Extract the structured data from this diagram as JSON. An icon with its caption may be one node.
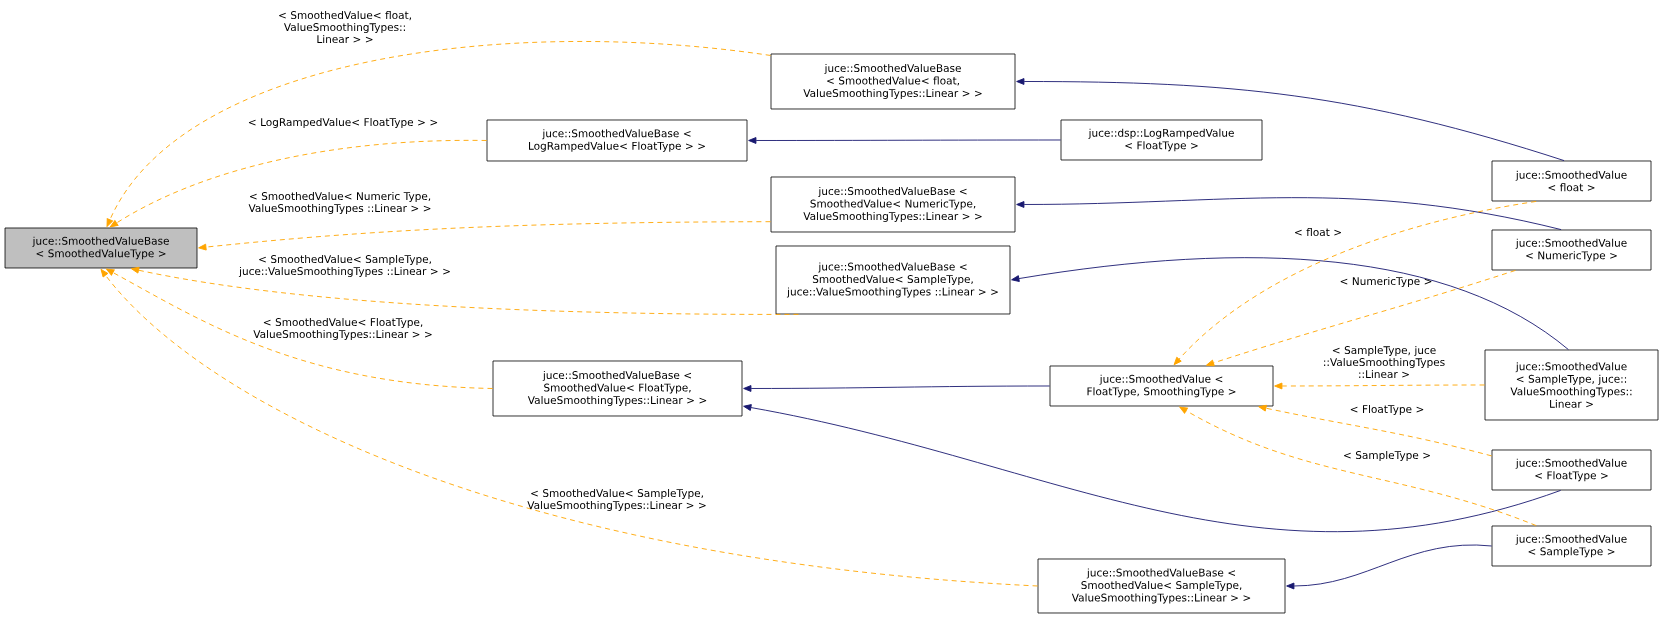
{
  "diagram": {
    "nodes": [
      {
        "text": [
          "juce::SmoothedValueBase < SmoothedValueType >"
        ]
      },
      {
        "text": [
          "juce::SmoothedValueBase < SmoothedValue< float, ValueSmoothingTypes::Linear > >"
        ]
      },
      {
        "text": [
          "juce::SmoothedValueBase < LogRampedValue< FloatType > >"
        ]
      },
      {
        "text": [
          "juce::SmoothedValueBase < SmoothedValue< NumericType, ValueSmoothingTypes::Linear > >"
        ]
      },
      {
        "text": [
          "juce::SmoothedValueBase < SmoothedValue< SampleType, juce::ValueSmoothingTypes ::Linear > >"
        ]
      },
      {
        "text": [
          "juce::SmoothedValueBase < SmoothedValue< FloatType, ValueSmoothingTypes::Linear > >"
        ]
      },
      {
        "text": [
          "juce::SmoothedValueBase < SmoothedValue< SampleType, ValueSmoothingTypes::Linear > >"
        ]
      },
      {
        "text": [
          "juce::dsp::LogRampedValue < FloatType >"
        ]
      },
      {
        "text": [
          "juce::SmoothedValue < FloatType, SmoothingType >"
        ]
      },
      {
        "text": [
          "juce::SmoothedValue < float >"
        ]
      },
      {
        "text": [
          "juce::SmoothedValue < NumericType >"
        ]
      },
      {
        "text": [
          "juce::SmoothedValue < SampleType, juce:: ValueSmoothingTypes:: Linear >"
        ]
      },
      {
        "text": [
          "juce::SmoothedValue < FloatType >"
        ]
      },
      {
        "text": [
          "juce::SmoothedValue < SampleType >"
        ]
      }
    ],
    "edges": [
      {
        "from": 1,
        "to": 0,
        "arrow": "to",
        "label": "< SmoothedValue< float, ValueSmoothingTypes:: Linear > >",
        "style": "dashed",
        "color": "#ffa500"
      },
      {
        "from": 2,
        "to": 0,
        "arrow": "to",
        "label": "< LogRampedValue< FloatType > >",
        "style": "dashed",
        "color": "#ffa500"
      },
      {
        "from": 3,
        "to": 0,
        "arrow": "to",
        "label": "< SmoothedValue< Numeric Type, ValueSmoothingTypes ::Linear > >",
        "style": "dashed",
        "color": "#ffa500"
      },
      {
        "from": 4,
        "to": 0,
        "arrow": "to",
        "label": "< SmoothedValue< SampleType, juce::ValueSmoothingTypes ::Linear > >",
        "style": "dashed",
        "color": "#ffa500"
      },
      {
        "from": 5,
        "to": 0,
        "arrow": "to",
        "label": "< SmoothedValue< FloatType, ValueSmoothingTypes::Linear > >",
        "style": "dashed",
        "color": "#ffa500"
      },
      {
        "from": 6,
        "to": 0,
        "arrow": "to",
        "label": "< SmoothedValue< SampleType, ValueSmoothingTypes::Linear > >",
        "style": "dashed",
        "color": "#ffa500"
      },
      {
        "from": 7,
        "to": 2,
        "arrow": "to",
        "color": "#191970"
      },
      {
        "from": 9,
        "to": 1,
        "arrow": "to",
        "color": "#191970"
      },
      {
        "from": 10,
        "to": 3,
        "arrow": "to",
        "color": "#191970"
      },
      {
        "from": 11,
        "to": 4,
        "arrow": "to",
        "color": "#191970"
      },
      {
        "from": 8,
        "to": 5,
        "arrow": "to",
        "color": "#191970"
      },
      {
        "from": 12,
        "to": 5,
        "arrow": "to",
        "color": "#191970"
      },
      {
        "from": 13,
        "to": 6,
        "arrow": "to",
        "color": "#191970"
      },
      {
        "from": 9,
        "to": 8,
        "arrow": "to",
        "label": "< float >",
        "style": "dashed",
        "color": "#ffa500"
      },
      {
        "from": 10,
        "to": 8,
        "arrow": "to",
        "label": "< NumericType >",
        "style": "dashed",
        "color": "#ffa500"
      },
      {
        "from": 11,
        "to": 8,
        "arrow": "to",
        "label": "< SampleType, juce ::ValueSmoothingTypes ::Linear >",
        "style": "dashed",
        "color": "#ffa500"
      },
      {
        "from": 12,
        "to": 8,
        "arrow": "to",
        "label": "< FloatType >",
        "style": "dashed",
        "color": "#ffa500"
      },
      {
        "from": 13,
        "to": 8,
        "arrow": "to",
        "label": "< SampleType >",
        "style": "dashed",
        "color": "#ffa500"
      }
    ]
  }
}
